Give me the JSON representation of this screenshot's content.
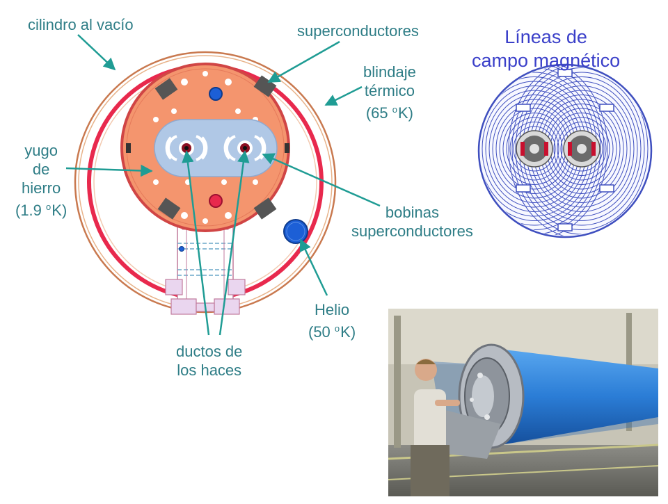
{
  "labels": {
    "vacuum_cylinder": "cilindro al vacío",
    "superconductors": "superconductores",
    "thermal_shield": {
      "line1": "blindaje",
      "line2": "térmico",
      "line3_pre": "(65 ",
      "sup": "o",
      "line3_post": "K)"
    },
    "iron_yoke": {
      "line1": "yugo",
      "line2": "de",
      "line3": "hierro",
      "line4_pre": "(1.9 ",
      "sup": "o",
      "line4_post": "K)"
    },
    "coils": {
      "line1": "bobinas",
      "line2": "superconductores"
    },
    "helium": {
      "line1": "Helio",
      "line2_pre": "(50 ",
      "sup": "o",
      "line2_post": "K)"
    },
    "beam_pipes": {
      "line1": "ductos de",
      "line2": "los haces"
    }
  },
  "field_lines_title": {
    "line1": "Líneas de",
    "line2": "campo magnético"
  },
  "colors": {
    "label_text": "#2e7d86",
    "arrow": "#1f9c94",
    "title_text": "#3a3fc9",
    "yoke": "#f4956e",
    "shield": "#e8294d",
    "inner_cavity": "#b0c8e6",
    "helium_pipe": "#1c5fd6",
    "field_blue": "#3f4fbf",
    "photo_magnet": "#2b7dd6"
  }
}
